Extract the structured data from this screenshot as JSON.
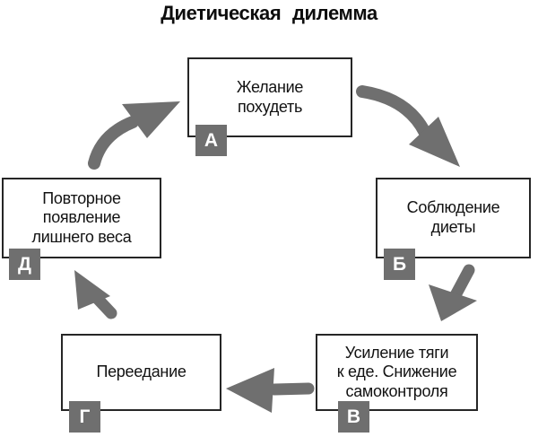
{
  "title": "Диетическая  дилемма",
  "colors": {
    "arrow": "#6f6f6f",
    "label_bg": "#6f6f6f",
    "label_fg": "#ffffff",
    "box_border": "#262626",
    "text": "#121212",
    "bg": "#ffffff"
  },
  "nodes": [
    {
      "id": "A",
      "label": "А",
      "text": "Желание\nпохудеть"
    },
    {
      "id": "B",
      "label": "Б",
      "text": "Соблюдение\nдиеты"
    },
    {
      "id": "V",
      "label": "В",
      "text": "Усиление тяги\nк еде. Снижение\nсамоконтроля"
    },
    {
      "id": "G",
      "label": "Г",
      "text": "Переедание"
    },
    {
      "id": "D",
      "label": "Д",
      "text": "Повторное\nпоявление\nлишнего веса"
    }
  ],
  "flow": [
    "А→Б",
    "Б→В",
    "В→Г",
    "Г→Д",
    "Д→А"
  ]
}
